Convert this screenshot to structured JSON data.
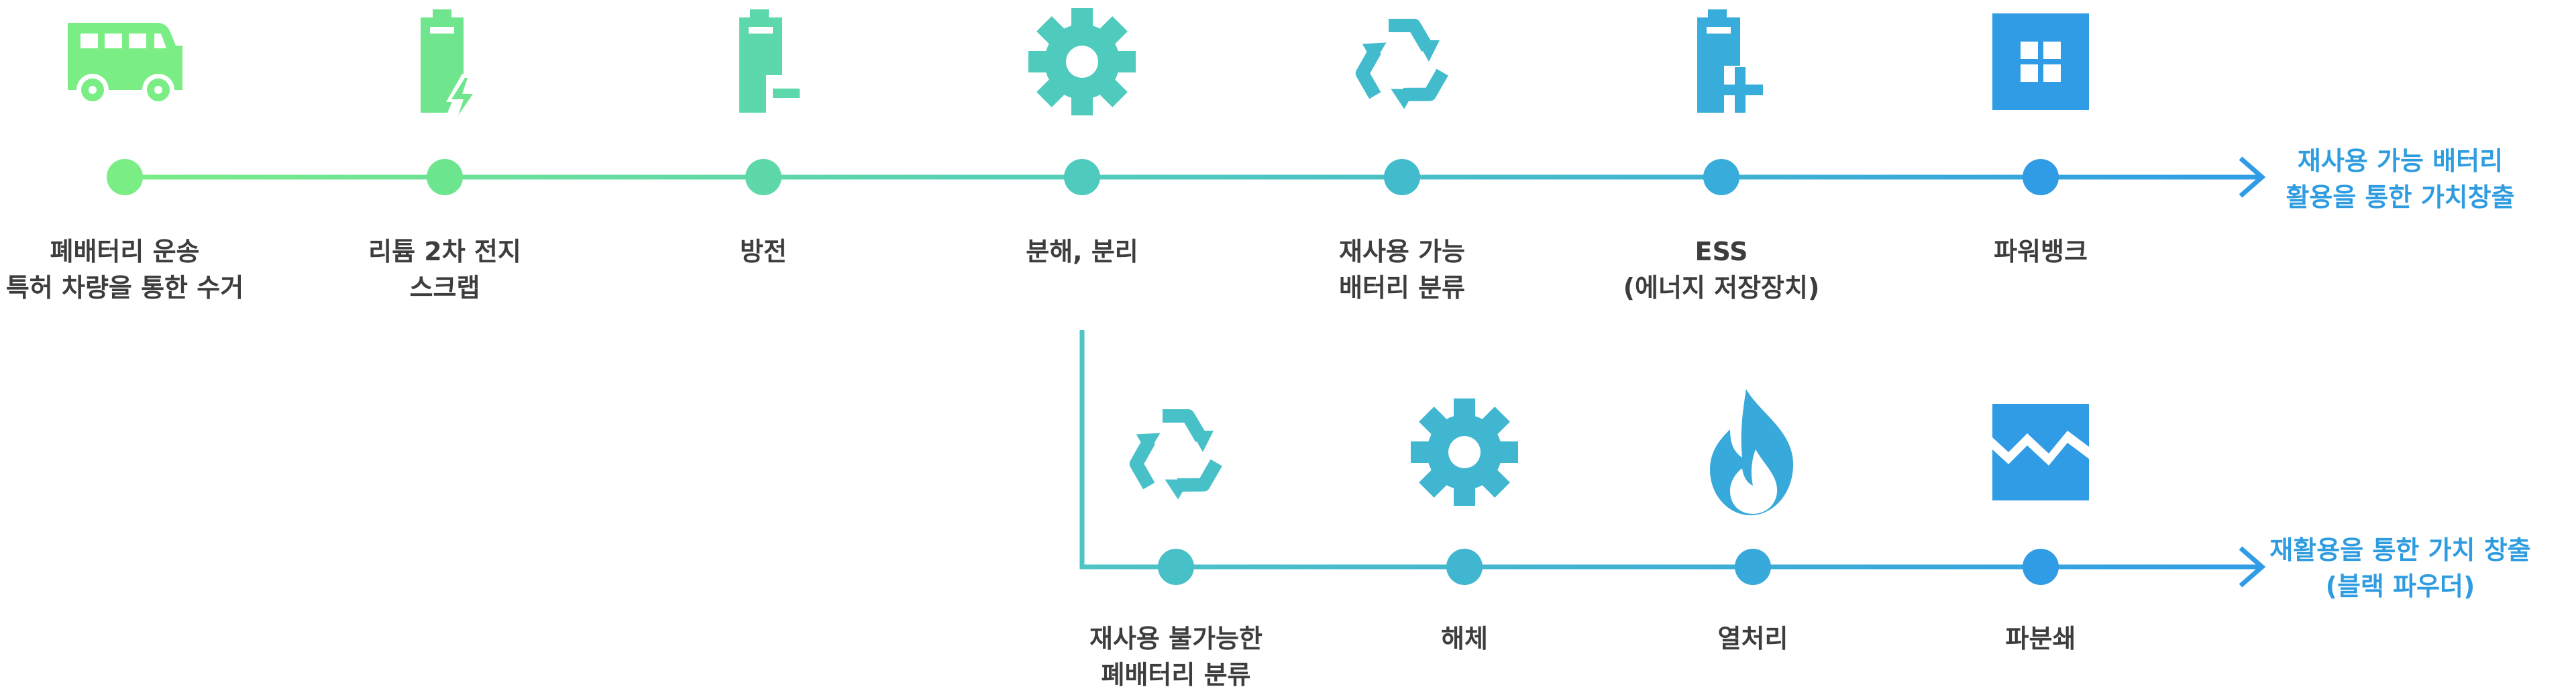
{
  "colors": {
    "green": "#7AED84",
    "teal": "#5BCFB4",
    "cyan": "#4EC4C4",
    "blue": "#2F9CE5",
    "label_text": "#3d3d3d",
    "end_label_text": "#2f9ce0"
  },
  "top_row": {
    "steps": [
      {
        "icon": "truck-icon",
        "lines": [
          "폐배터리 운송",
          "특허 차량을 통한 수거"
        ]
      },
      {
        "icon": "battery-charging-icon",
        "lines": [
          "리튬 2차 전지",
          "스크랩"
        ]
      },
      {
        "icon": "battery-minus-icon",
        "lines": [
          "방전"
        ]
      },
      {
        "icon": "gear-icon",
        "lines": [
          "분해, 분리"
        ]
      },
      {
        "icon": "recycle-icon",
        "lines": [
          "재사용 가능",
          "배터리 분류"
        ]
      },
      {
        "icon": "battery-plus-icon",
        "lines": [
          "ESS",
          "(에너지 저장장치)"
        ]
      },
      {
        "icon": "grid-icon",
        "lines": [
          "파워뱅크"
        ]
      }
    ],
    "end_label": [
      "재사용 가능 배터리",
      "활용을 통한 가치창출"
    ]
  },
  "bottom_row": {
    "steps": [
      {
        "icon": "recycle-icon",
        "lines": [
          "재사용 불가능한",
          "폐배터리 분류"
        ]
      },
      {
        "icon": "gear-icon",
        "lines": [
          "해체"
        ]
      },
      {
        "icon": "flame-icon",
        "lines": [
          "열처리"
        ]
      },
      {
        "icon": "crushed-block-icon",
        "lines": [
          "파분쇄"
        ]
      }
    ],
    "end_label": [
      "재활용을 통한 가치 창출",
      "(블랙 파우더)"
    ]
  }
}
